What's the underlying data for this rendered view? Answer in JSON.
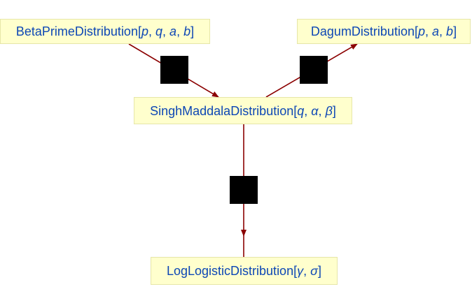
{
  "nodes": {
    "beta_prime": {
      "name": "BetaPrimeDistribution",
      "open": "[",
      "args": [
        "p",
        "q",
        "a",
        "b"
      ],
      "close": "]"
    },
    "dagum": {
      "name": "DagumDistribution",
      "open": "[",
      "args": [
        "p",
        "a",
        "b"
      ],
      "close": "]"
    },
    "singh_maddala": {
      "name": "SinghMaddalaDistribution",
      "open": "[",
      "args": [
        "q",
        "α",
        "β"
      ],
      "close": "]"
    },
    "log_logistic": {
      "name": "LogLogisticDistribution",
      "open": "[",
      "args": [
        "γ",
        "σ"
      ],
      "close": "]"
    }
  },
  "colors": {
    "node_fill": "#ffffcd",
    "node_text": "#0d47b5",
    "edge": "#8b0000",
    "edge_label_block": "#000000"
  }
}
